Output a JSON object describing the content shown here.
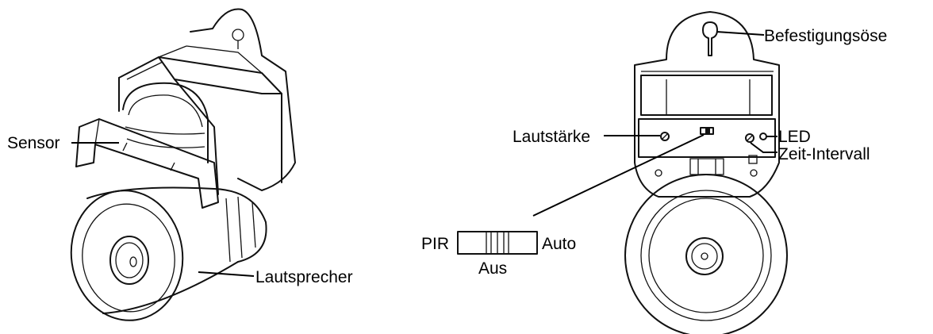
{
  "left_device": {
    "labels": {
      "sensor": "Sensor",
      "speaker": "Lautsprecher"
    }
  },
  "right_device": {
    "labels": {
      "mount": "Befestigungsöse",
      "volume": "Lautstärke",
      "led": "LED",
      "interval": "Zeit-Intervall"
    },
    "switch": {
      "left": "PIR",
      "right": "Auto",
      "bottom": "Aus"
    }
  }
}
